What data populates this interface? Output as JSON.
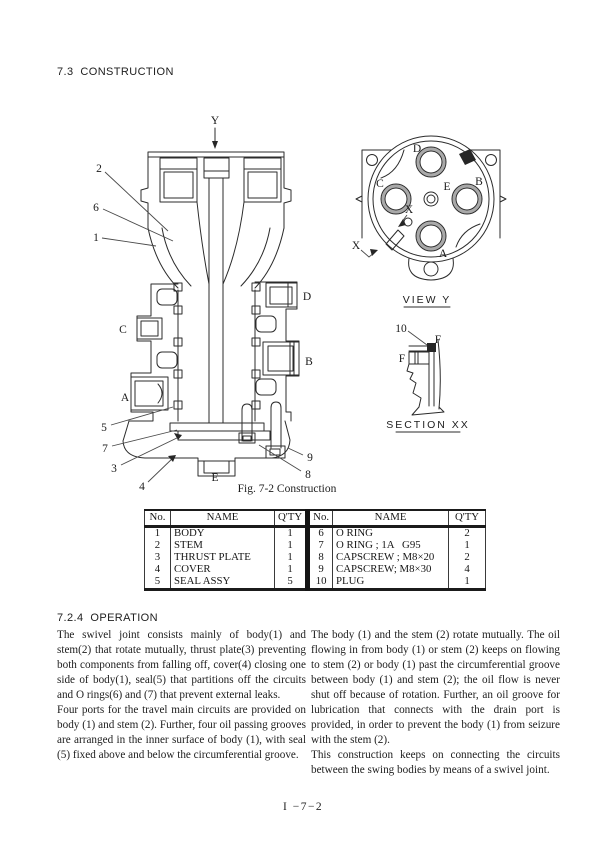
{
  "header": {
    "section_title": "7.3  CONSTRUCTION"
  },
  "figure": {
    "caption": "Fig. 7-2   Construction",
    "main_labels": {
      "y": "Y",
      "n1": "1",
      "n2": "2",
      "n3": "3",
      "n4": "4",
      "n5": "5",
      "n6": "6",
      "n7": "7",
      "n8": "8",
      "n9": "9",
      "port_a": "A",
      "port_b": "B",
      "port_c": "C",
      "port_d": "D",
      "port_e": "E"
    },
    "view_y": {
      "title": "VIEW  Y",
      "a": "A",
      "b": "B",
      "c": "C",
      "d": "D",
      "e": "E",
      "x_center": "X",
      "x_arrow": "X"
    },
    "section_xx": {
      "title": "SECTION  XX",
      "n10": "10",
      "f_top": "F",
      "f_side": "F"
    }
  },
  "parts_table": {
    "col_no": "No.",
    "col_name": "NAME",
    "col_qty": "Q'TY",
    "left_rows": [
      {
        "no": "1",
        "name": "BODY",
        "qty": "1"
      },
      {
        "no": "2",
        "name": "STEM",
        "qty": "1"
      },
      {
        "no": "3",
        "name": "THRUST PLATE",
        "qty": "1"
      },
      {
        "no": "4",
        "name": "COVER",
        "qty": "1"
      },
      {
        "no": "5",
        "name": "SEAL ASSY",
        "qty": "5"
      }
    ],
    "right_rows": [
      {
        "no": "6",
        "name": "O RING",
        "qty": "2"
      },
      {
        "no": "7",
        "name": "O RING ; 1A   G95",
        "qty": "1"
      },
      {
        "no": "8",
        "name": "CAPSCREW ; M8×20",
        "qty": "2"
      },
      {
        "no": "9",
        "name": "CAPSCREW; M8×30",
        "qty": "4"
      },
      {
        "no": "10",
        "name": "PLUG",
        "qty": "1"
      }
    ]
  },
  "operation": {
    "section_title": "7.2.4  OPERATION",
    "left_col": {
      "p1": "The swivel joint consists mainly of body(1) and stem(2) that rotate mutually, thrust plate(3) preventing both components from falling off, cover(4) closing one side of body(1), seal(5) that partitions off the circuits and O rings(6) and (7) that prevent external leaks.",
      "p2": "Four ports for the travel main circuits are provided on body (1) and stem (2). Further, four oil passing grooves are arranged in the inner surface of body (1), with seal (5) fixed above and below the circumferential groove."
    },
    "right_col": {
      "p1": "The body (1) and the stem (2) rotate mutually. The oil flowing in from body (1) or stem (2) keeps on flowing to stem (2) or body (1) past the circumferential groove between body (1) and stem (2); the oil flow is never shut off because of rotation. Further, an oil groove for lubrication that connects with the drain port is provided, in order to prevent the body (1) from seizure with the stem (2).",
      "p2": "This construction keeps on connecting the circuits between the swing bodies by means of a swivel joint."
    }
  },
  "footer": {
    "page_number": "I −7−2"
  }
}
